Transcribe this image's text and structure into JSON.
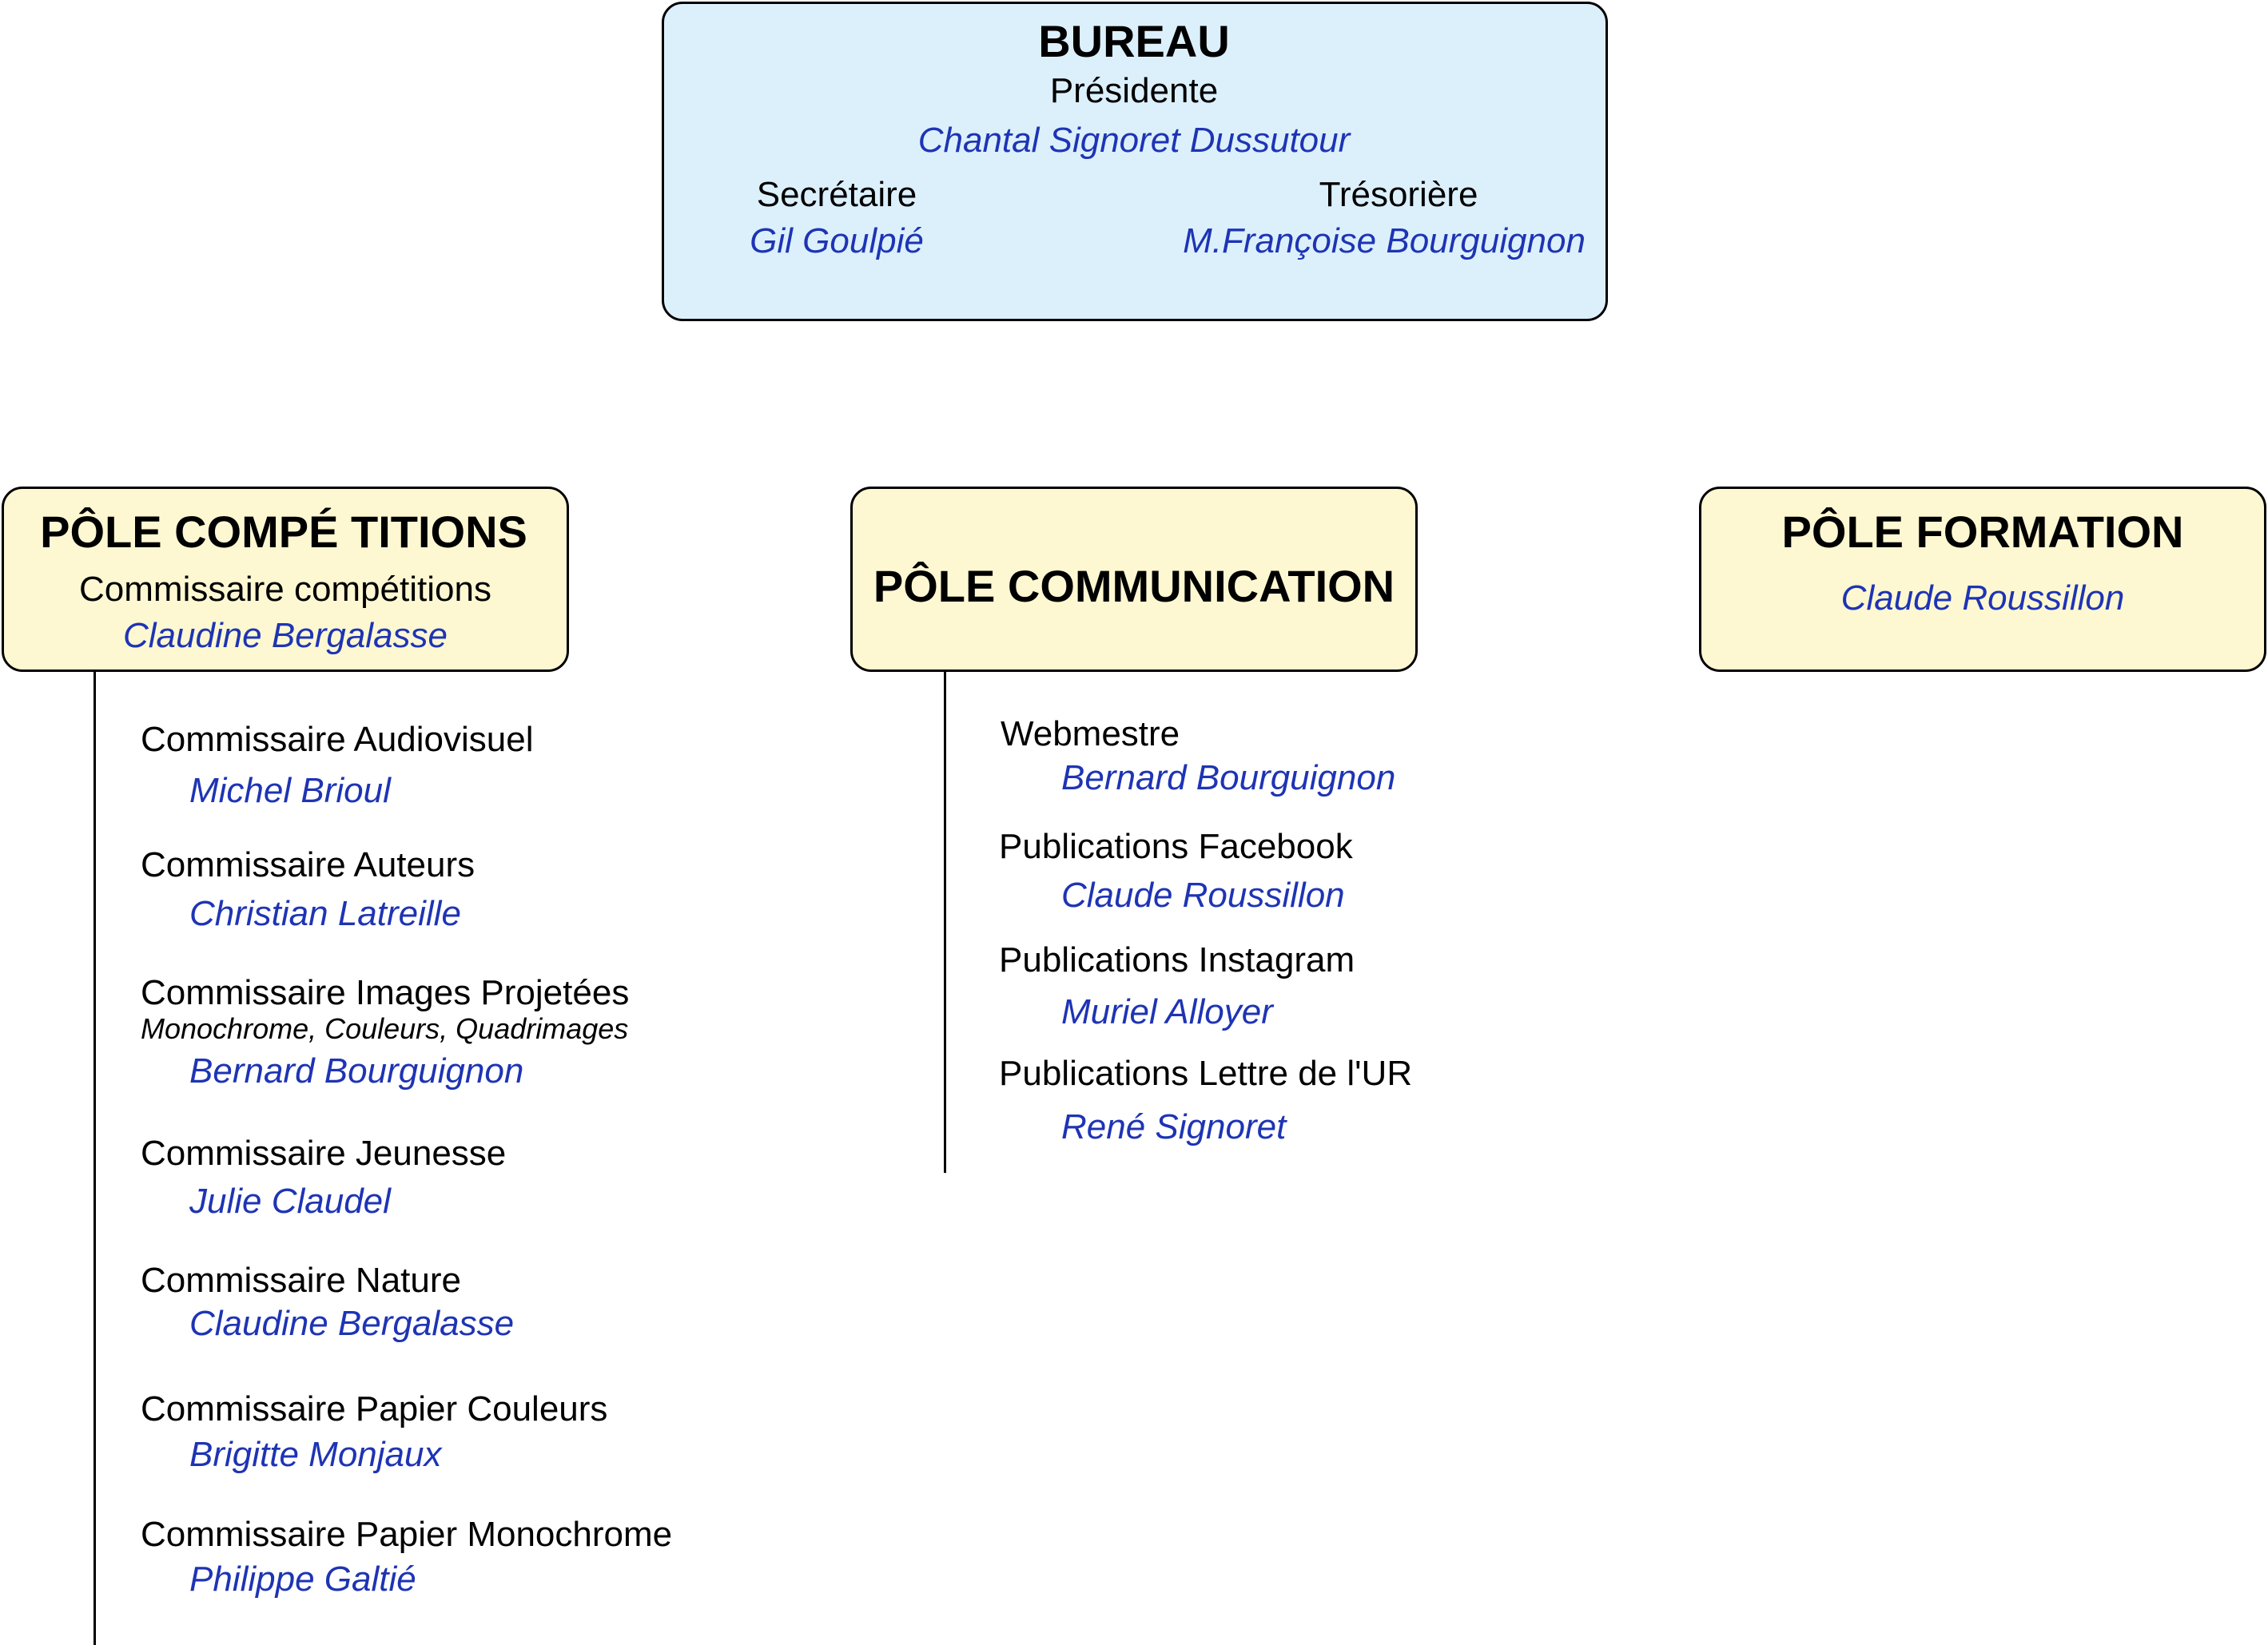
{
  "bureau": {
    "title": "BUREAU",
    "presidente_role": "Présidente",
    "presidente_name": "Chantal Signoret Dussutour",
    "secretaire_role": "Secrétaire",
    "secretaire_name": "Gil Goulpié",
    "tresoriere_role": "Trésorière",
    "tresoriere_name": "M.Françoise Bourguignon"
  },
  "pole_competitions": {
    "title": "PÔLE COMPÉ TITIONS",
    "role": "Commissaire compétitions",
    "name": "Claudine Bergalasse",
    "members": [
      {
        "role": "Commissaire Audiovisuel",
        "name": "Michel Brioul"
      },
      {
        "role": "Commissaire Auteurs",
        "name": "Christian Latreille"
      },
      {
        "role": "Commissaire Images Projetées",
        "detail": "Monochrome, Couleurs, Quadrimages",
        "name": "Bernard Bourguignon"
      },
      {
        "role": "Commissaire Jeunesse",
        "name": "Julie Claudel"
      },
      {
        "role": "Commissaire Nature",
        "name": "Claudine Bergalasse"
      },
      {
        "role": "Commissaire Papier Couleurs",
        "name": "Brigitte Monjaux"
      },
      {
        "role": "Commissaire Papier Monochrome",
        "name": "Philippe Galtié"
      }
    ]
  },
  "pole_communication": {
    "title": "PÔLE COMMUNICATION",
    "members": [
      {
        "role": "Webmestre",
        "name": "Bernard Bourguignon"
      },
      {
        "role": "Publications Facebook",
        "name": "Claude Roussillon"
      },
      {
        "role": "Publications Instagram",
        "name": "Muriel Alloyer"
      },
      {
        "role": "Publications Lettre de l'UR",
        "name": "René Signoret"
      }
    ]
  },
  "pole_formation": {
    "title": "PÔLE FORMATION",
    "name": "Claude Roussillon"
  },
  "colors": {
    "bureau_fill": "#dcf0fc",
    "pole_fill": "#fdf8d2",
    "name_text": "#1e34b4",
    "border": "#000000"
  }
}
